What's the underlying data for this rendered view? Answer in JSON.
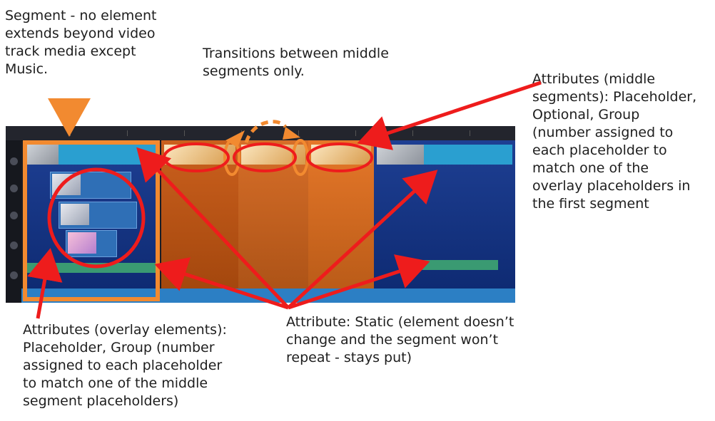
{
  "labels": {
    "segment": "Segment - no element\nextends beyond video\ntrack media except\nMusic.",
    "transitions": "Transitions between middle\nsegments only.",
    "attributes_middle": "Attributes (middle\nsegments): Placeholder,\nOptional, Group\n(number assigned to\neach placeholder to\nmatch one of the\noverlay placeholders in\nthe first segment",
    "attributes_overlay": "Attributes (overlay elements):\nPlaceholder, Group (number\nassigned to each placeholder\nto match one of the middle\nsegment placeholders)",
    "attributes_static": "Attribute: Static (element doesn’t\nchange and the segment won’t\nrepeat - stays put)"
  },
  "colors": {
    "annotation_red": "#ee1c1c",
    "annotation_orange": "#f28a30",
    "segment_blue": "#10338c",
    "segment_orange": "#e46f1c",
    "video_bar_blue": "#2a9fd0",
    "music_green": "#3a9a72"
  }
}
